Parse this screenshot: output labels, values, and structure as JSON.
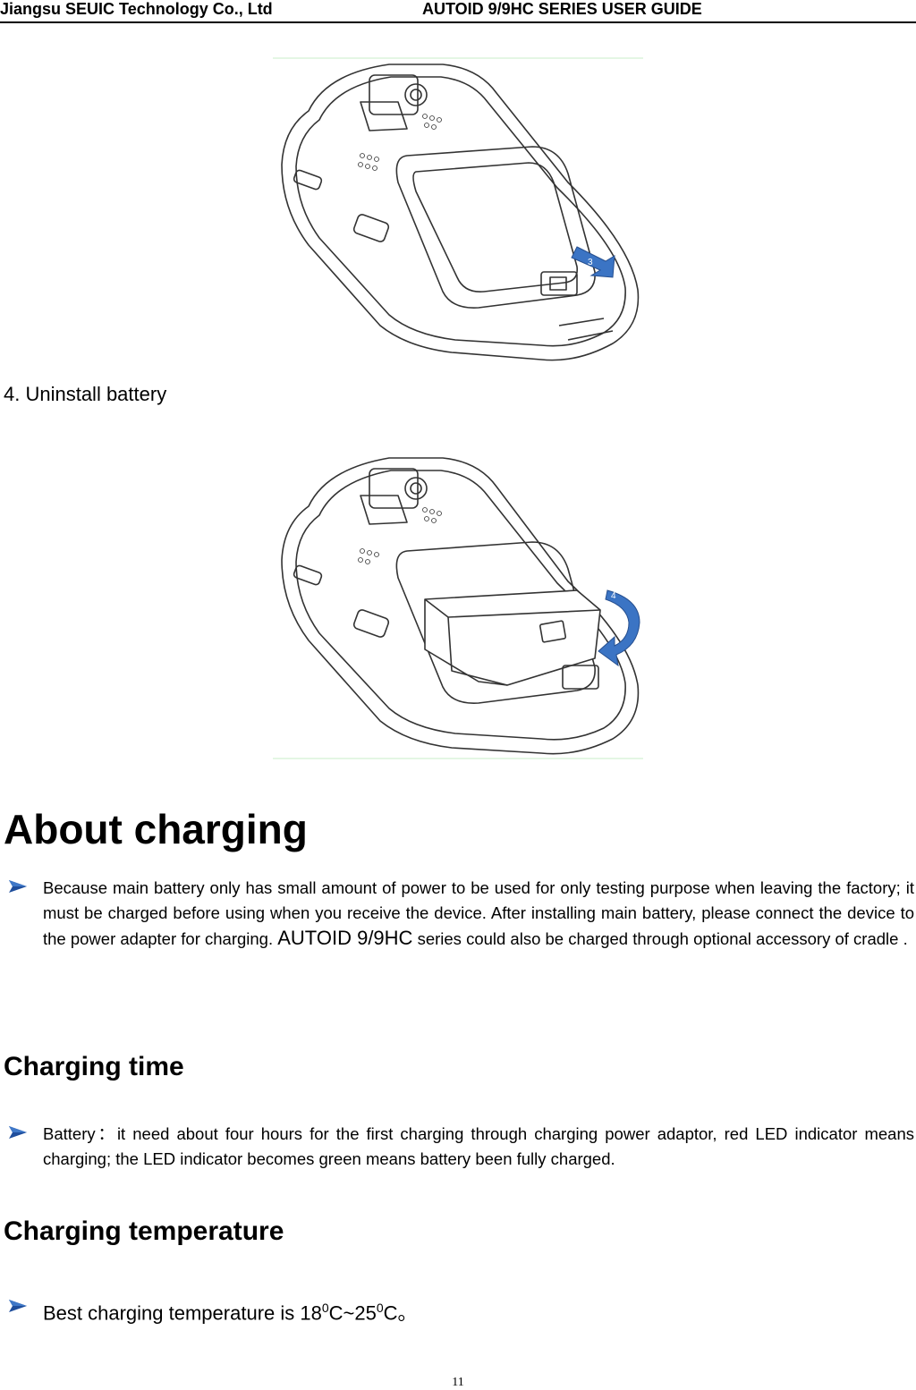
{
  "header": {
    "company": "Jiangsu SEUIC Technology Co., Ltd",
    "guide": "AUTOID 9/9HC SERIES USER GUIDE"
  },
  "figures": [
    {
      "step_badge": "3"
    },
    {
      "step_badge": "4"
    }
  ],
  "caption": "4. Uninstall battery",
  "section_title": "About charging",
  "para_charging": {
    "text_before": "Because main battery only has small amount of power to be used for only testing purpose when leaving the factory; it must be charged before using when you receive the device. After installing main battery, please connect the device to the power adapter for charging. ",
    "brand": "AUTOID 9/9HC",
    "text_after": " series could also be charged through optional accessory of cradle ."
  },
  "charging_time": {
    "title": "Charging time",
    "text": "Battery：it need about four hours for the first charging through charging power adaptor, red LED indicator means charging; the LED indicator becomes green means battery been fully charged."
  },
  "charging_temperature": {
    "title": "Charging temperature",
    "text_prefix": "Best charging temperature is 18",
    "sup1": "0",
    "mid": "C~25",
    "sup2": "0",
    "suffix": "C。"
  },
  "page_number": "11",
  "colors": {
    "bullet_arrow": "#1f4e9c",
    "badge_blue": "#3b74c4",
    "figure_border": "#c8ecc8"
  }
}
